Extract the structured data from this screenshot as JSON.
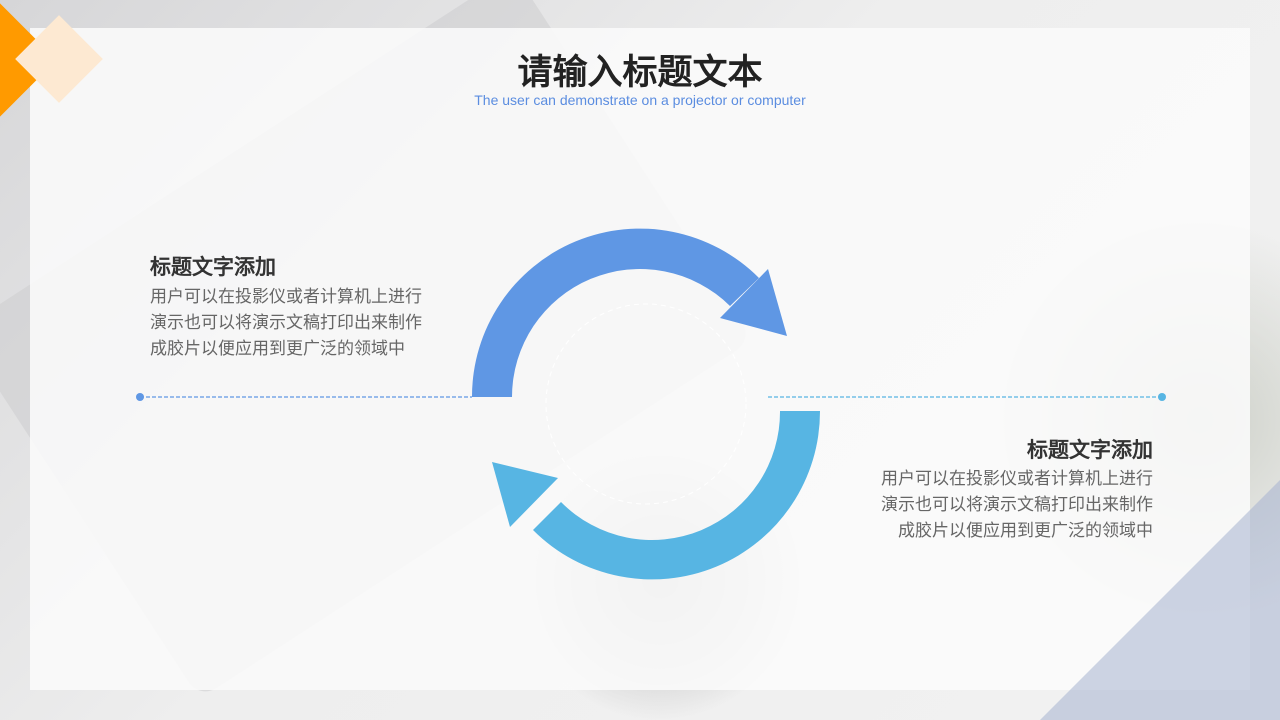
{
  "slide": {
    "title": "请输入标题文本",
    "subtitle": "The user can demonstrate on a projector or computer"
  },
  "left_block": {
    "heading": "标题文字添加",
    "body": "用户可以在投影仪或者计算机上进行演示也可以将演示文稿打印出来制作成胶片以便应用到更广泛的领域中"
  },
  "right_block": {
    "heading": "标题文字添加",
    "body": "用户可以在投影仪或者计算机上进行演示也可以将演示文稿打印出来制作成胶片以便应用到更广泛的领域中"
  },
  "colors": {
    "arrow_top": "#5f97e4",
    "arrow_bottom": "#57b5e3",
    "accent_orange": "#ff9a00",
    "accent_cream": "#fde9d2",
    "triangle": "#a5b2d0"
  },
  "icons": [
    "cycle-arrows-icon"
  ]
}
